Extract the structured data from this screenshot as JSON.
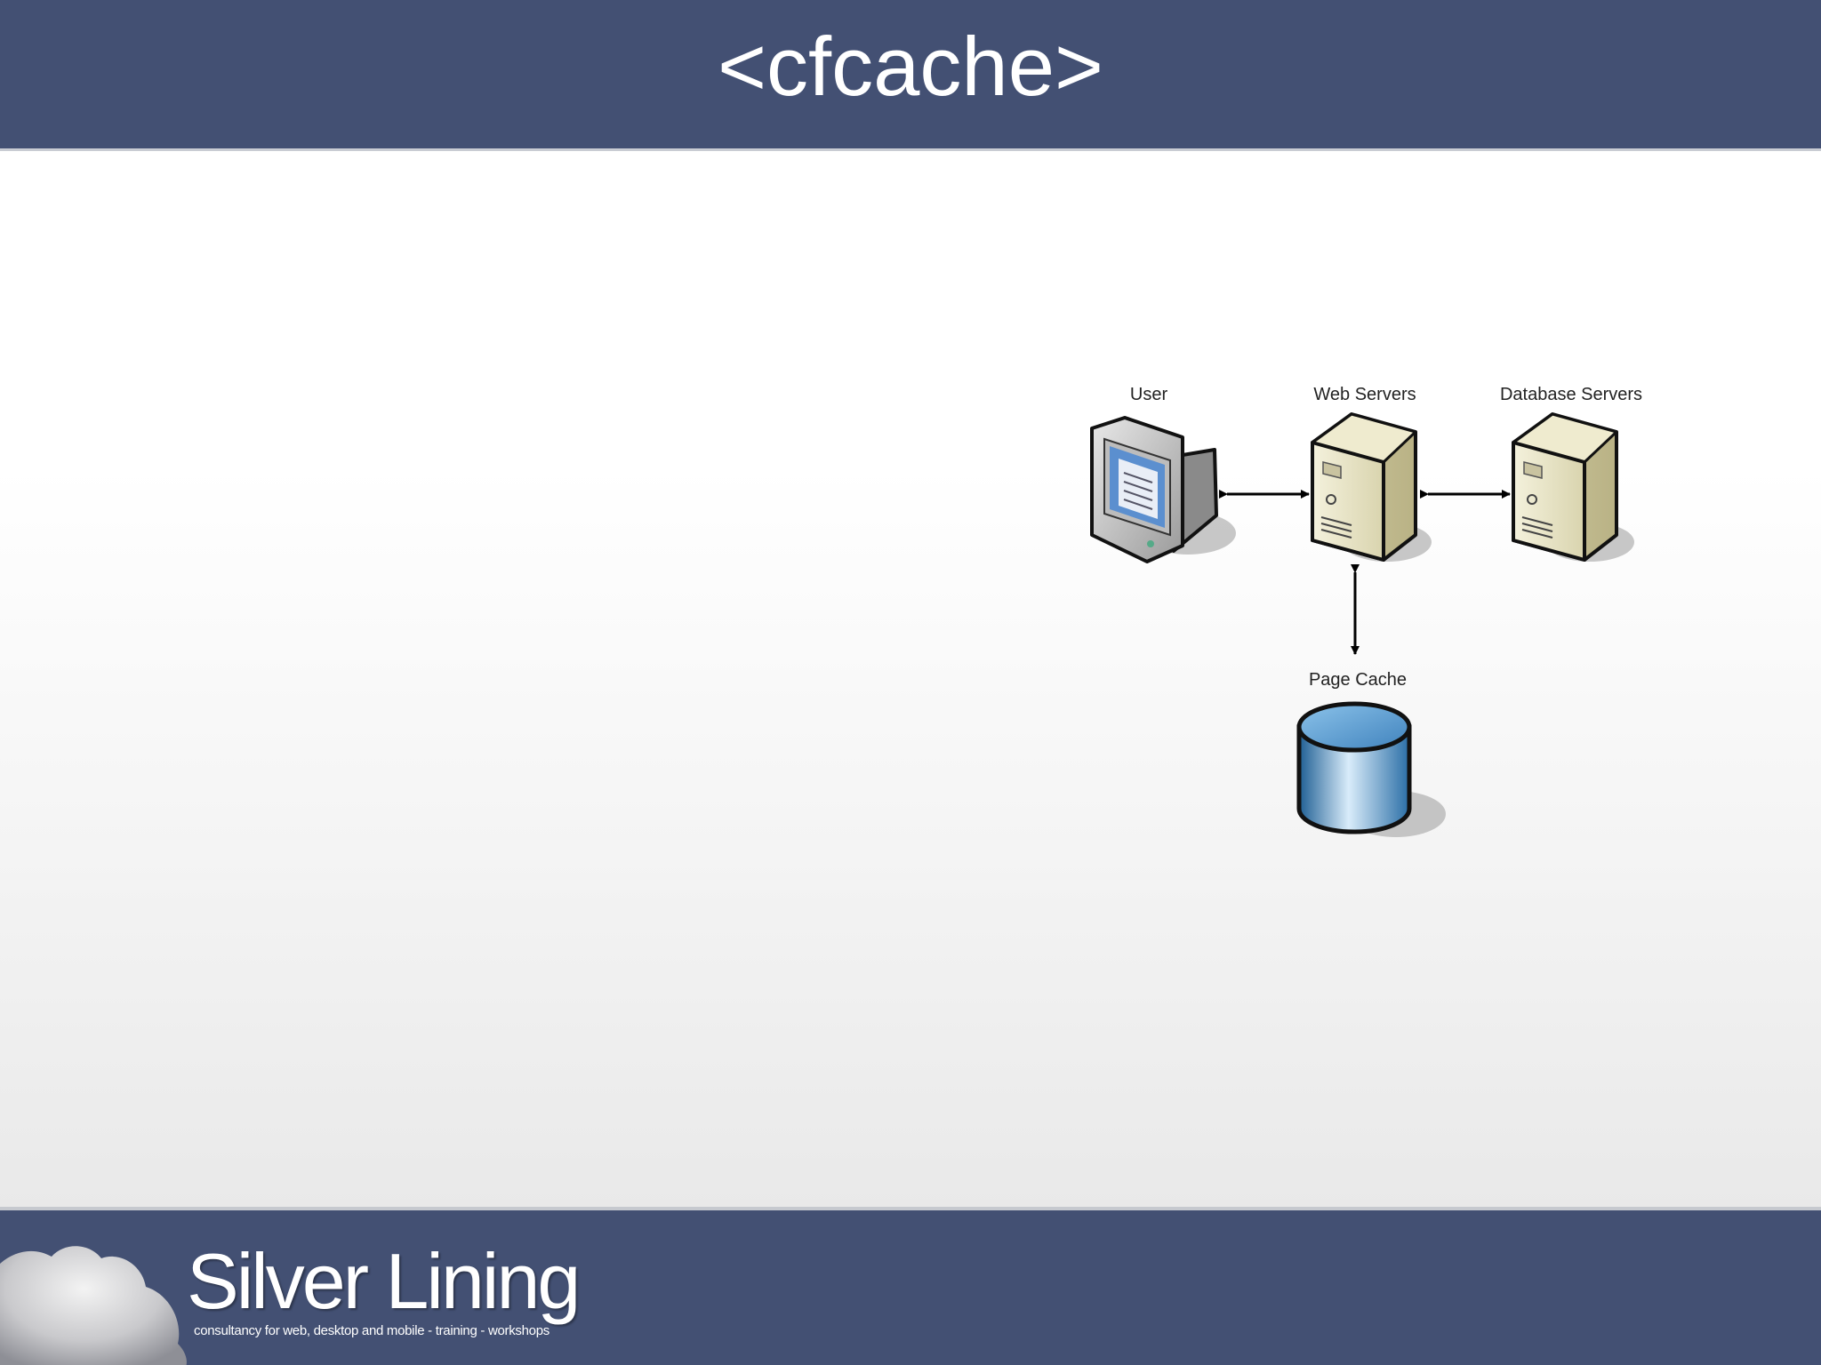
{
  "slide": {
    "title": "<cfcache>"
  },
  "diagram": {
    "nodes": {
      "user": {
        "label": "User",
        "icon": "monitor-icon"
      },
      "web_servers": {
        "label": "Web Servers",
        "icon": "server-icon"
      },
      "database_servers": {
        "label": "Database Servers",
        "icon": "server-icon"
      },
      "page_cache": {
        "label": "Page Cache",
        "icon": "database-cylinder-icon"
      }
    },
    "edges": [
      {
        "from": "user",
        "to": "web_servers",
        "direction": "both"
      },
      {
        "from": "web_servers",
        "to": "database_servers",
        "direction": "both"
      },
      {
        "from": "web_servers",
        "to": "page_cache",
        "direction": "both"
      }
    ]
  },
  "footer": {
    "brand_name": "Silver Lining",
    "tagline": "consultancy for web, desktop and mobile - training - workshops",
    "logo_icon": "cloud-icon"
  },
  "colors": {
    "header_bar": "#435073",
    "footer_bar": "#435073",
    "server_body": "#e6e2c4",
    "cache_blue": "#4a8fc4",
    "screen_blue": "#5b8fcf"
  }
}
